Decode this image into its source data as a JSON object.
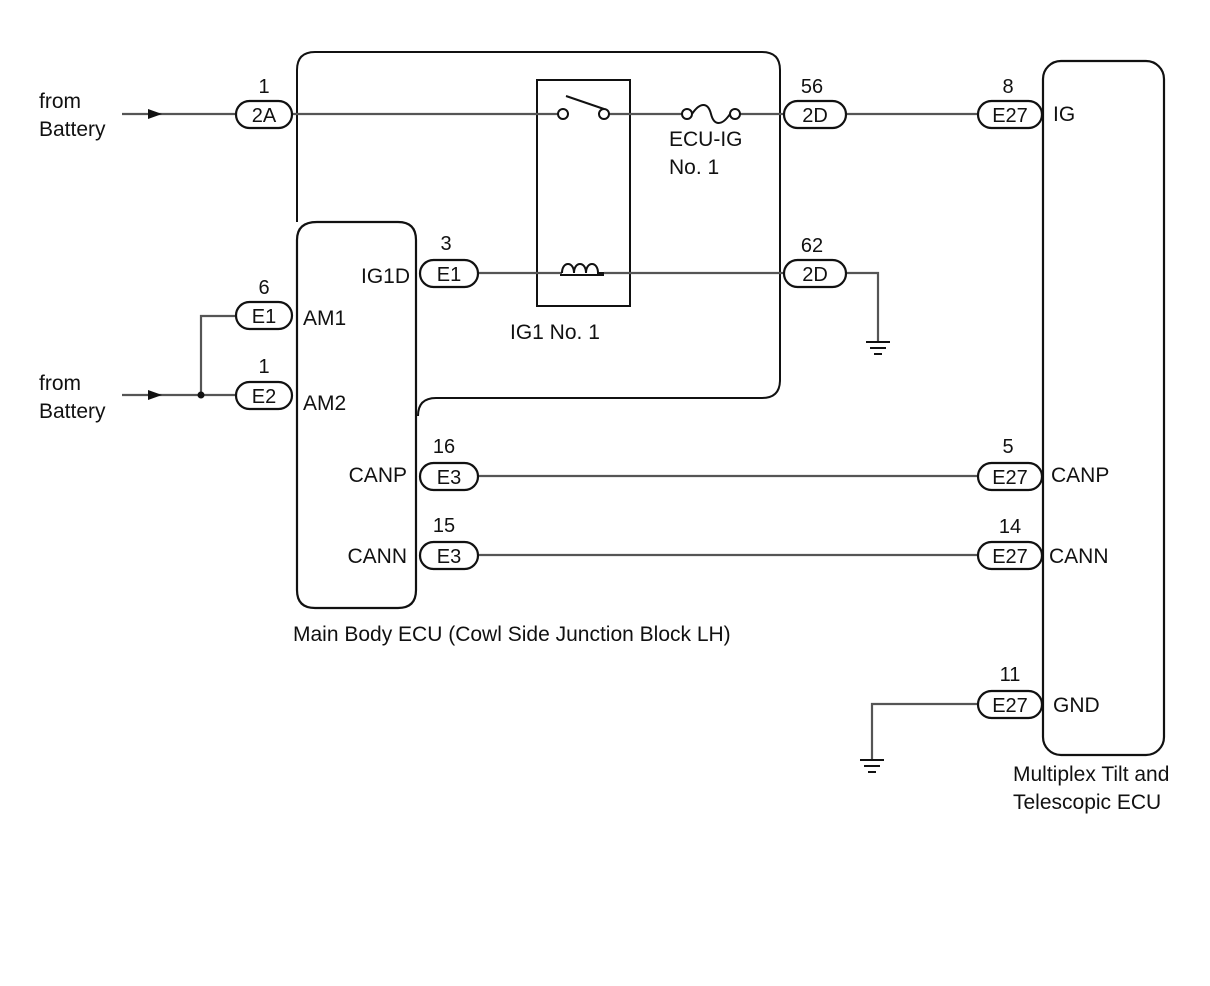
{
  "diagram": {
    "battery_labels": {
      "top": [
        "from",
        "Battery"
      ],
      "bottom": [
        "from",
        "Battery"
      ]
    },
    "connectors": [
      {
        "id": "2A",
        "pin": "1"
      },
      {
        "id": "E1",
        "pin": "6"
      },
      {
        "id": "E2",
        "pin": "1"
      },
      {
        "id": "E1",
        "pin": "3"
      },
      {
        "id": "E3",
        "pin": "16"
      },
      {
        "id": "E3",
        "pin": "15"
      },
      {
        "id": "2D",
        "pin": "56"
      },
      {
        "id": "2D",
        "pin": "62"
      },
      {
        "id": "E27",
        "pin": "8"
      },
      {
        "id": "E27",
        "pin": "5"
      },
      {
        "id": "E27",
        "pin": "14"
      },
      {
        "id": "E27",
        "pin": "11"
      }
    ],
    "terminals": {
      "am1": "AM1",
      "am2": "AM2",
      "ig1d": "IG1D",
      "canp_left": "CANP",
      "cann_left": "CANN",
      "ig": "IG",
      "canp_right": "CANP",
      "cann_right": "CANN",
      "gnd": "GND"
    },
    "fuse": {
      "line1": "ECU-IG",
      "line2": "No. 1"
    },
    "relay": {
      "label": "IG1 No. 1"
    },
    "main_body_ecu": {
      "label": "Main Body ECU (Cowl Side Junction Block LH)"
    },
    "tilt_ecu": {
      "line1": "Multiplex Tilt and",
      "line2": "Telescopic ECU"
    }
  }
}
